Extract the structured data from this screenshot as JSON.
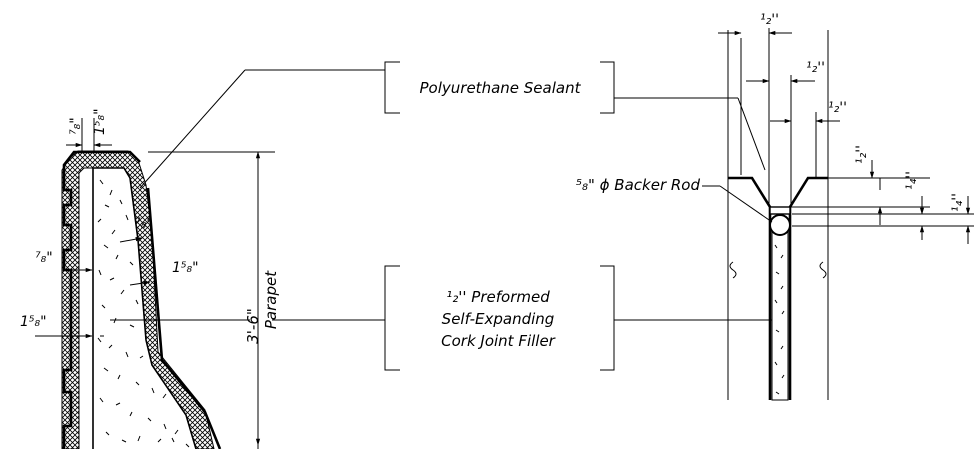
{
  "callouts": {
    "sealant": "Polyurethane Sealant",
    "backer_rod": "⁵₈\" ϕ Backer Rod",
    "filler_line1": "¹₂'' Preformed",
    "filler_line2": "Self-Expanding",
    "filler_line3": "Cork Joint Filler"
  },
  "parapet": {
    "height": "3'-6\"",
    "label": "Parapet"
  },
  "dimensions": {
    "d_7_8": "⁷₈\"",
    "d_1_5_8": "1⁵₈\"",
    "d_1_2": "¹₂''",
    "d_1_4": "¹₄''"
  },
  "colors": {
    "line": "#000000",
    "background": "#ffffff"
  }
}
